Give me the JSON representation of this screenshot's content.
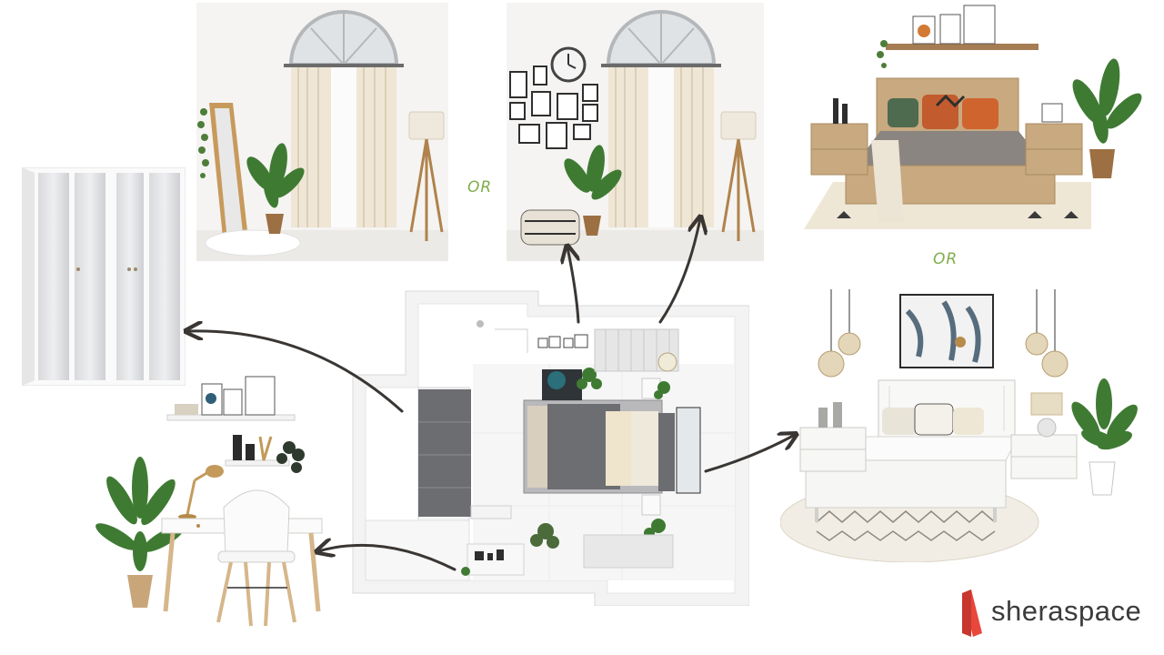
{
  "labels": {
    "or_top": "OR",
    "or_right": "OR"
  },
  "brand": {
    "name": "sheraspace",
    "accent": "#e8473c"
  },
  "colors": {
    "or_text": "#7fae4a",
    "arrow": "#3a3633"
  },
  "icons": {
    "wardrobe": "wardrobe-illustration",
    "window_mirror": "arched-window-mirror-option",
    "window_gallery": "arched-window-gallery-wall-option",
    "rustic_bed": "rustic-wooden-bed-option",
    "white_bed": "white-bed-option",
    "study": "study-desk-chair-set",
    "floor_plan": "bedroom-floor-plan-3d"
  }
}
